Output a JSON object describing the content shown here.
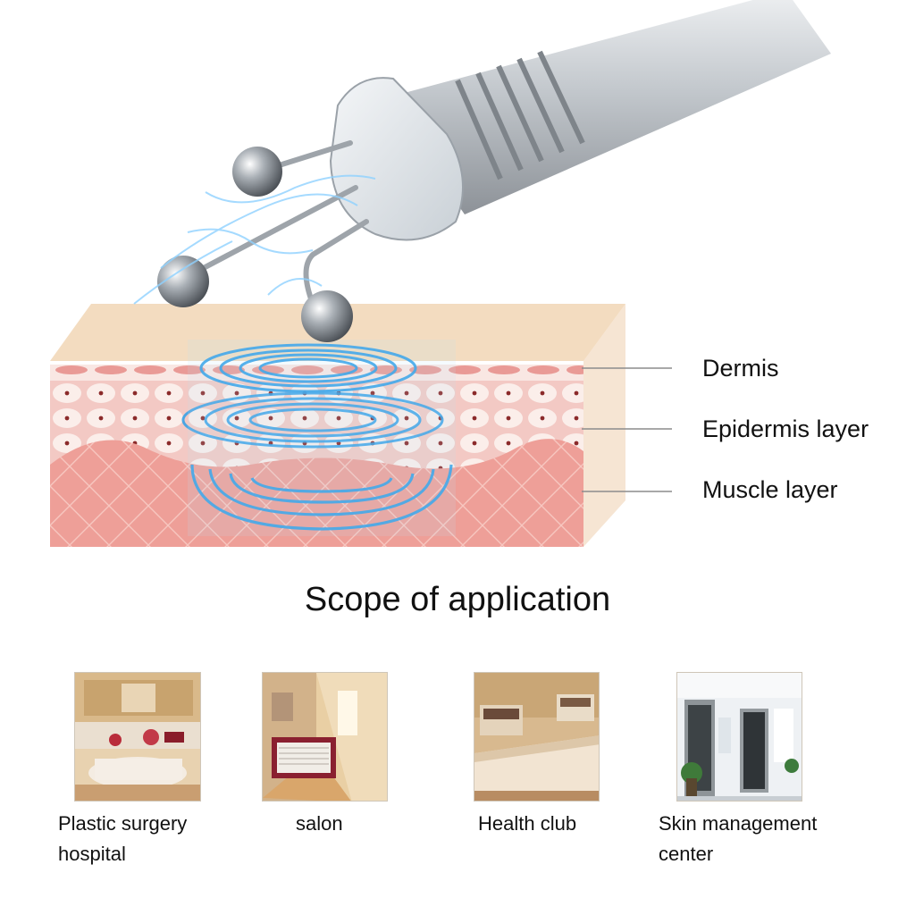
{
  "diagram": {
    "layers": [
      {
        "label": "Dermis"
      },
      {
        "label": "Epidermis layer"
      },
      {
        "label": "Muscle layer"
      }
    ]
  },
  "scope": {
    "title": "Scope of application",
    "venues": [
      {
        "lines": [
          "Plastic surgery",
          "hospital"
        ],
        "icon": "clinic-reception-photo"
      },
      {
        "lines": [
          "salon"
        ],
        "icon": "salon-corridor-photo"
      },
      {
        "lines": [
          "Health club"
        ],
        "icon": "health-club-room-photo"
      },
      {
        "lines": [
          "Skin management",
          "center"
        ],
        "icon": "center-lobby-photo"
      }
    ]
  },
  "colors": {
    "skin_top": "#f3dcc0",
    "dermis_stripe": "#e99a96",
    "cells": "#f6d9d4",
    "muscle": "#ee9f98",
    "wave": "#2f9fe8",
    "device_metal": "#b9bec3"
  }
}
